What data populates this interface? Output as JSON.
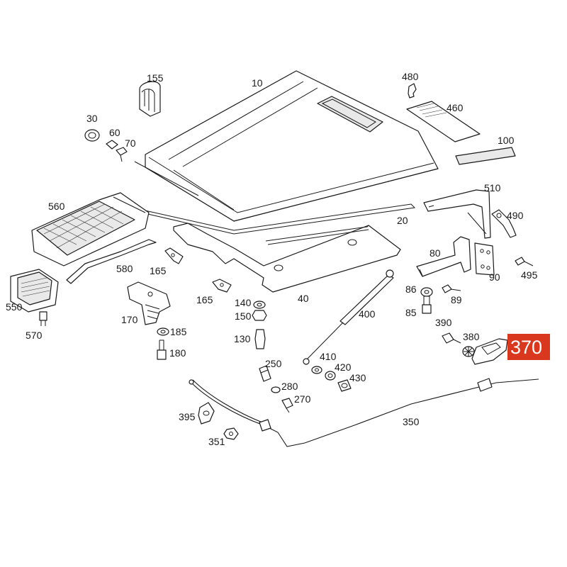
{
  "diagram": {
    "highlight": {
      "number": "370",
      "color": "#d9381e"
    },
    "labels": {
      "p10": "10",
      "p20": "20",
      "p30": "30",
      "p40": "40",
      "p60": "60",
      "p70": "70",
      "p80": "80",
      "p85": "85",
      "p86": "86",
      "p89": "89",
      "p90": "90",
      "p100": "100",
      "p130": "130",
      "p140": "140",
      "p150": "150",
      "p155": "155",
      "p165a": "165",
      "p165b": "165",
      "p170": "170",
      "p180": "180",
      "p185": "185",
      "p250": "250",
      "p270": "270",
      "p280": "280",
      "p350": "350",
      "p351": "351",
      "p380": "380",
      "p390": "390",
      "p395": "395",
      "p400": "400",
      "p410": "410",
      "p420": "420",
      "p430": "430",
      "p460": "460",
      "p480": "480",
      "p490": "490",
      "p495": "495",
      "p510": "510",
      "p550": "550",
      "p560": "560",
      "p570": "570",
      "p580": "580"
    },
    "icons": [
      "hood",
      "spring",
      "gas-strut",
      "cable",
      "bracket",
      "grille",
      "screw",
      "nut",
      "washer",
      "clip",
      "hinge",
      "lock"
    ]
  }
}
